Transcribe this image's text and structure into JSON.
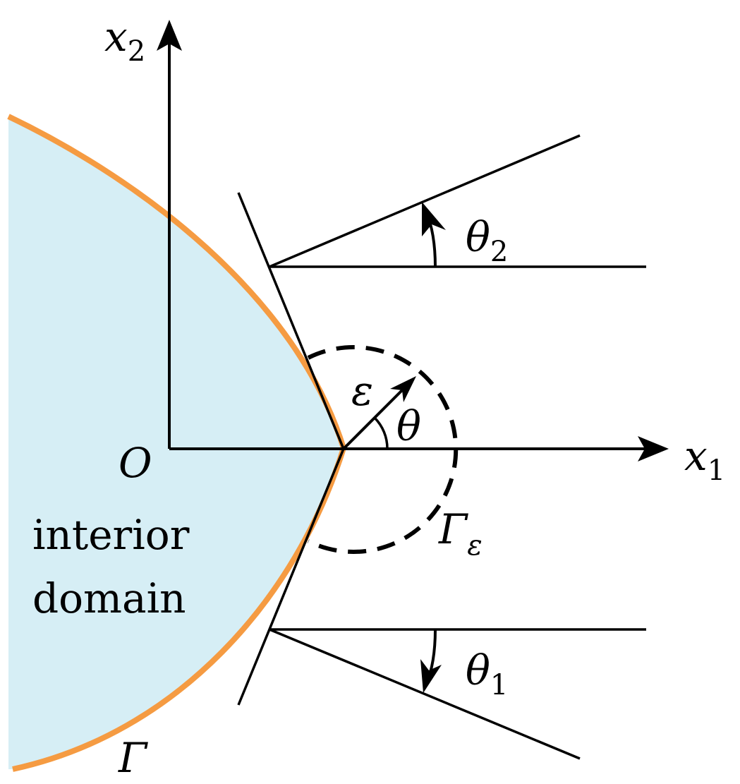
{
  "colors": {
    "domain_fill": "#d6eef5",
    "boundary": "#f59b42",
    "ink": "#000000"
  },
  "labels": {
    "x2_axis": {
      "main": "x",
      "sub": "2"
    },
    "x1_axis": {
      "main": "x",
      "sub": "1"
    },
    "origin": "O",
    "epsilon": "ε",
    "theta": "θ",
    "theta2": {
      "main": "θ",
      "sub": "2"
    },
    "theta1": {
      "main": "θ",
      "sub": "1"
    },
    "gamma_eps": {
      "main": "Γ",
      "sub": "ε"
    },
    "gamma": "Γ",
    "interior_line1": "interior",
    "interior_line2": "domain"
  }
}
